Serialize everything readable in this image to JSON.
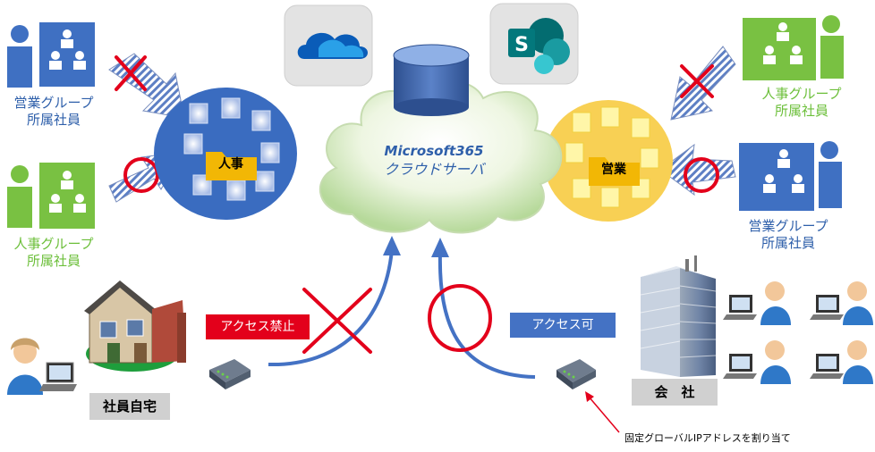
{
  "cloud": {
    "title": "Microsoft365",
    "subtitle": "クラウドサーバ"
  },
  "folders": {
    "hr": "人事",
    "sales": "営業"
  },
  "groups": {
    "sales_left": [
      "営業グループ",
      "所属社員"
    ],
    "hr_left": [
      "人事グループ",
      "所属社員"
    ],
    "hr_right": [
      "人事グループ",
      "所属社員"
    ],
    "sales_right": [
      "営業グループ",
      "所属社員"
    ]
  },
  "labels": {
    "access_denied": "アクセス禁止",
    "access_allowed": "アクセス可",
    "home": "社員自宅",
    "company": "会　社",
    "note": "固定グローバルIPアドレスを割り当て"
  },
  "colors": {
    "blue": "#2e5faa",
    "green": "#6cbf3a",
    "red": "#e3001b",
    "hr_circle": "#3a6cc0",
    "sales_circle": "#f8d054",
    "folder": "#f2b705"
  }
}
